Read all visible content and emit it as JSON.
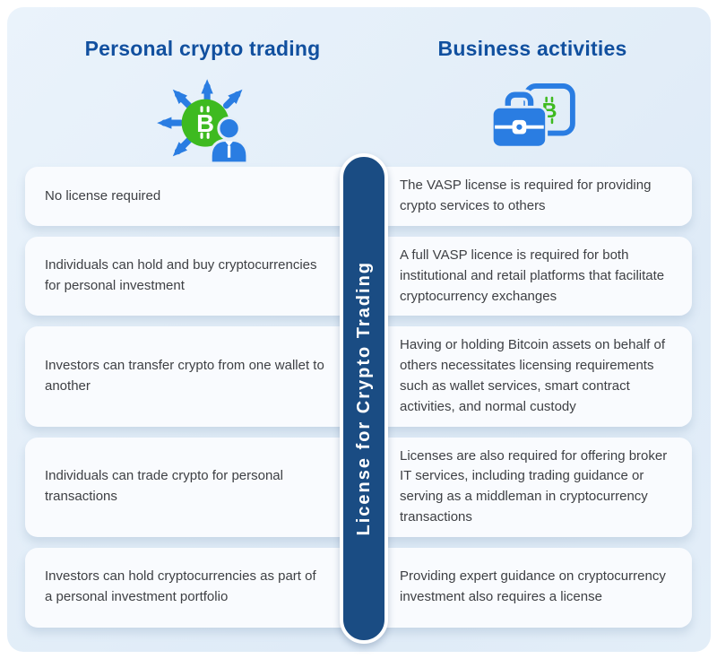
{
  "columns": {
    "personal": {
      "title": "Personal crypto trading"
    },
    "business": {
      "title": "Business activities"
    }
  },
  "center_banner": {
    "label": "License for Crypto Trading"
  },
  "rows": [
    {
      "personal": "No license required",
      "business": "The VASP license is required for providing crypto services to others"
    },
    {
      "personal": "Individuals can hold and buy cryptocurrencies for personal investment",
      "business": "A full VASP licence is required for both institutional and retail platforms that facilitate cryptocurrency exchanges"
    },
    {
      "personal": "Investors can transfer crypto from one wallet to another",
      "business": "Having or holding Bitcoin assets on behalf of others necessitates licensing requirements such as wallet services, smart contract activities, and normal custody"
    },
    {
      "personal": "Individuals can trade crypto for personal transactions",
      "business": "Licenses are also required for offering broker IT services, including trading guidance or serving as a middleman in cryptocurrency transactions"
    },
    {
      "personal": "Investors can hold cryptocurrencies as part of a personal investment portfolio",
      "business": "Providing expert guidance on cryptocurrency investment also requires a license"
    }
  ],
  "icons": {
    "personal": "bitcoin-investor-arrows-icon",
    "business": "briefcase-bitcoin-screen-icon"
  },
  "colors": {
    "header_blue": "#11509f",
    "banner_navy": "#1a4c83",
    "icon_blue": "#2a7de2",
    "icon_green": "#3eba20",
    "board_bg": "#e1edf8",
    "card_bg": "#f9fbfe",
    "body_text": "#3e4044"
  }
}
